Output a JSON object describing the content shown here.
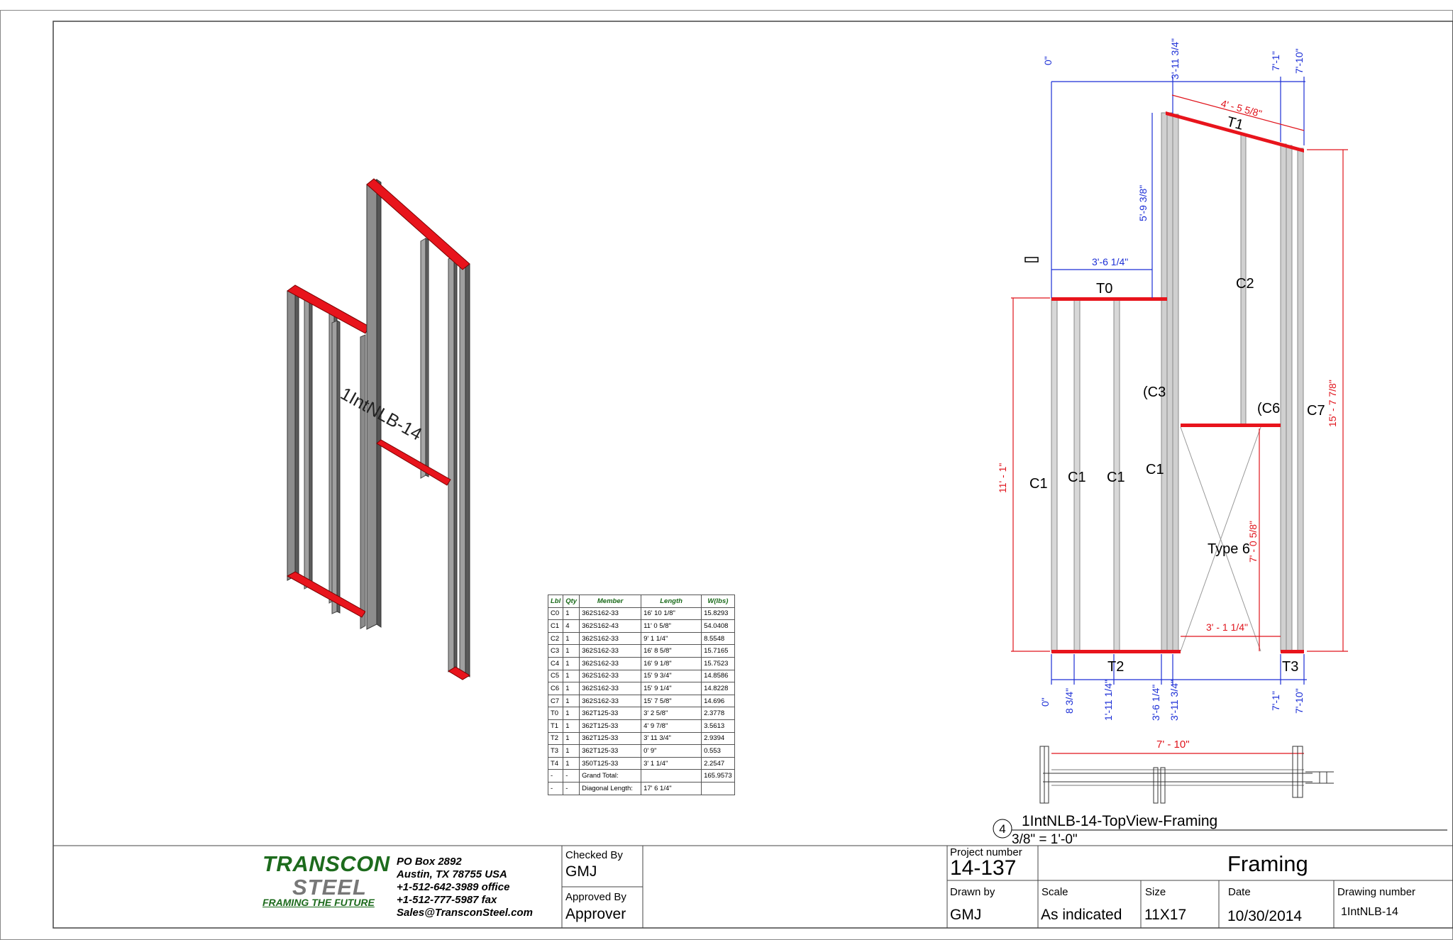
{
  "labels": {
    "wall_name": "1IntNLB-14",
    "view_number": "4",
    "view_title": "1IntNLB-14-TopView-Framing",
    "view_scale": "3/8\" = 1'-0\"",
    "members": [
      "C1",
      "C1",
      "C1",
      "C1",
      "C2",
      "(C3",
      "(C6",
      "C7",
      "T0",
      "T1",
      "T2",
      "T3",
      "Type 6"
    ]
  },
  "dimensions": {
    "top_chain": [
      "0\"",
      "3'-11 3/4\"",
      "7'-1\"",
      "7'-10\""
    ],
    "bottom_chain": [
      "0\"",
      "8 3/4\"",
      "1'-11 1/4\"",
      "3'-6 1/4\"",
      "3'-11 3/4\"",
      "7'-1\"",
      "7'-10\""
    ],
    "top_plate_length": "4' - 5 5/8\"",
    "upper_height": "5'-9 3/8\"",
    "left_width": "3'-6 1/4\"",
    "left_height": "11' - 1\"",
    "right_height": "15' - 7 7/8\"",
    "opening_height": "7' - 0 5/8\"",
    "opening_width": "3' - 1 1/4\"",
    "plan_width": "7' - 10\""
  },
  "bom": {
    "headers": [
      "Lbl",
      "Qty",
      "Member",
      "Length",
      "W(lbs)"
    ],
    "rows": [
      [
        "C0",
        "1",
        "362S162-33",
        "16'  10 1/8\"",
        "15.8293"
      ],
      [
        "C1",
        "4",
        "362S162-43",
        "11'  0 5/8\"",
        "54.0408"
      ],
      [
        "C2",
        "1",
        "362S162-33",
        "9'  1 1/4\"",
        "8.5548"
      ],
      [
        "C3",
        "1",
        "362S162-33",
        "16'  8 5/8\"",
        "15.7165"
      ],
      [
        "C4",
        "1",
        "362S162-33",
        "16'  9 1/8\"",
        "15.7523"
      ],
      [
        "C5",
        "1",
        "362S162-33",
        "15'  9 3/4\"",
        "14.8586"
      ],
      [
        "C6",
        "1",
        "362S162-33",
        "15'  9 1/4\"",
        "14.8228"
      ],
      [
        "C7",
        "1",
        "362S162-33",
        "15'  7 5/8\"",
        "14.696"
      ],
      [
        "T0",
        "1",
        "362T125-33",
        "3'  2 5/8\"",
        "2.3778"
      ],
      [
        "T1",
        "1",
        "362T125-33",
        "4'  9 7/8\"",
        "3.5613"
      ],
      [
        "T2",
        "1",
        "362T125-33",
        "3'  11 3/4\"",
        "2.9394"
      ],
      [
        "T3",
        "1",
        "362T125-33",
        "0'  9\"",
        "0.553"
      ],
      [
        "T4",
        "1",
        "350T125-33",
        "3'  1 1/4\"",
        "2.2547"
      ],
      [
        "-",
        "-",
        "Grand Total:",
        "",
        "165.9573"
      ],
      [
        "-",
        "-",
        "Diagonal Length:",
        "17'  6 1/4\"",
        ""
      ]
    ]
  },
  "company": {
    "name1": "TRANSCON",
    "name2": "STEEL",
    "tagline": "FRAMING THE FUTURE",
    "address": [
      "PO Box 2892",
      "Austin, TX 78755 USA",
      "+1-512-642-3989 office",
      "+1-512-777-5987 fax",
      "Sales@TransconSteel.com"
    ]
  },
  "title_block": {
    "checked_by_label": "Checked By",
    "checked_by": "GMJ",
    "approved_by_label": "Approved By",
    "approved_by": "Approver",
    "project_number_label": "Project number",
    "project_number": "14-137",
    "sheet_title": "Framing",
    "drawn_by_label": "Drawn by",
    "drawn_by": "GMJ",
    "scale_label": "Scale",
    "scale": "As indicated",
    "size_label": "Size",
    "size": "11X17",
    "date_label": "Date",
    "date": "10/30/2014",
    "drawing_number_label": "Drawing number",
    "drawing_number": "1IntNLB-14"
  },
  "colors": {
    "track_red": "#e8141c",
    "dim_blue": "#1c2fd6",
    "dim_red": "#e0141c",
    "stud_gray": "#9a9a9a",
    "logo_green": "#1d6b1d"
  }
}
